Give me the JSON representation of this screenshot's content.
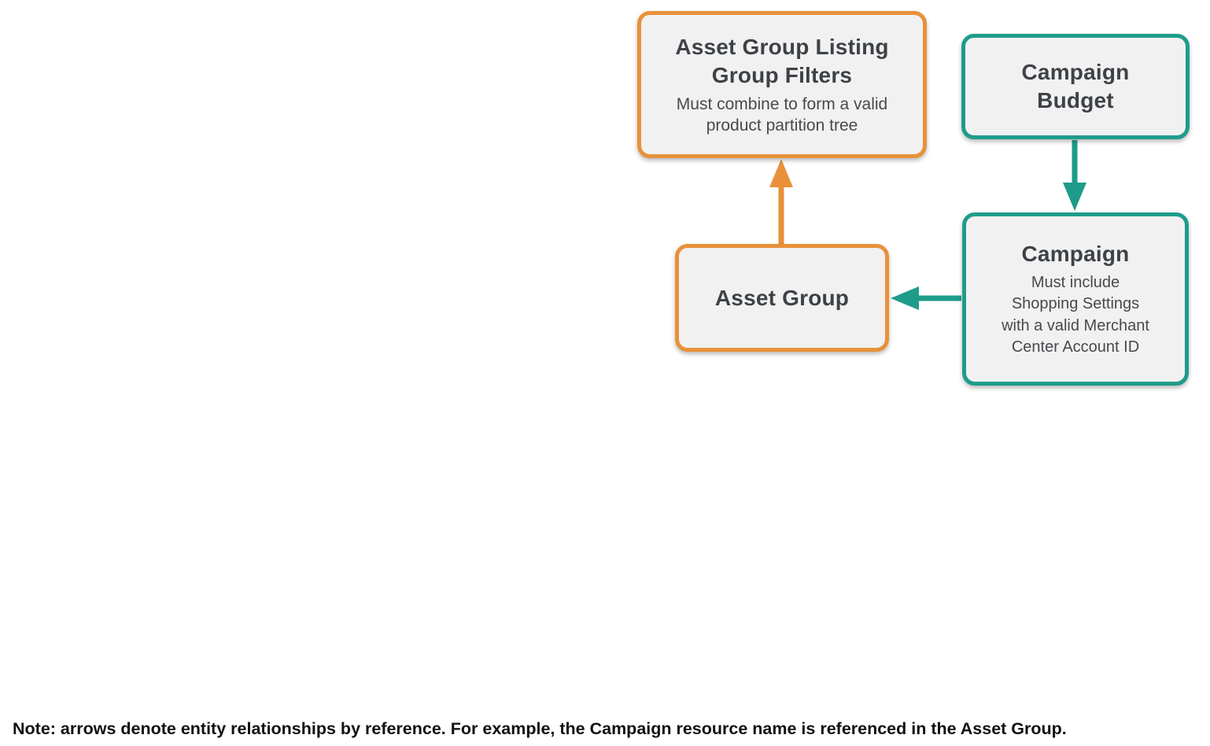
{
  "colors": {
    "orange": "#E8913A",
    "teal": "#1E9C8A",
    "box-fill": "#F1F1F1",
    "title": "#3E4247",
    "subtitle": "#47494D",
    "note": "#111111",
    "canvas": "#FFFFFF"
  },
  "nodes": {
    "listing_filters": {
      "title": "Asset Group Listing Group Filters",
      "subtitle": "Must combine to form a valid product partition tree",
      "accent": "orange"
    },
    "campaign_budget": {
      "title": "Campaign Budget",
      "accent": "teal"
    },
    "asset_group": {
      "title": "Asset Group",
      "accent": "orange"
    },
    "campaign": {
      "title": "Campaign",
      "subtitle": "Must include Shopping Settings with a valid Merchant Center Account ID",
      "accent": "teal"
    }
  },
  "edges": [
    {
      "from": "asset_group",
      "to": "listing_filters",
      "direction": "up",
      "color": "orange"
    },
    {
      "from": "campaign_budget",
      "to": "campaign",
      "direction": "down",
      "color": "teal"
    },
    {
      "from": "campaign",
      "to": "asset_group",
      "direction": "left",
      "color": "teal"
    }
  ],
  "note": "Note: arrows denote entity relationships by reference. For example, the Campaign resource name is referenced in the Asset Group."
}
